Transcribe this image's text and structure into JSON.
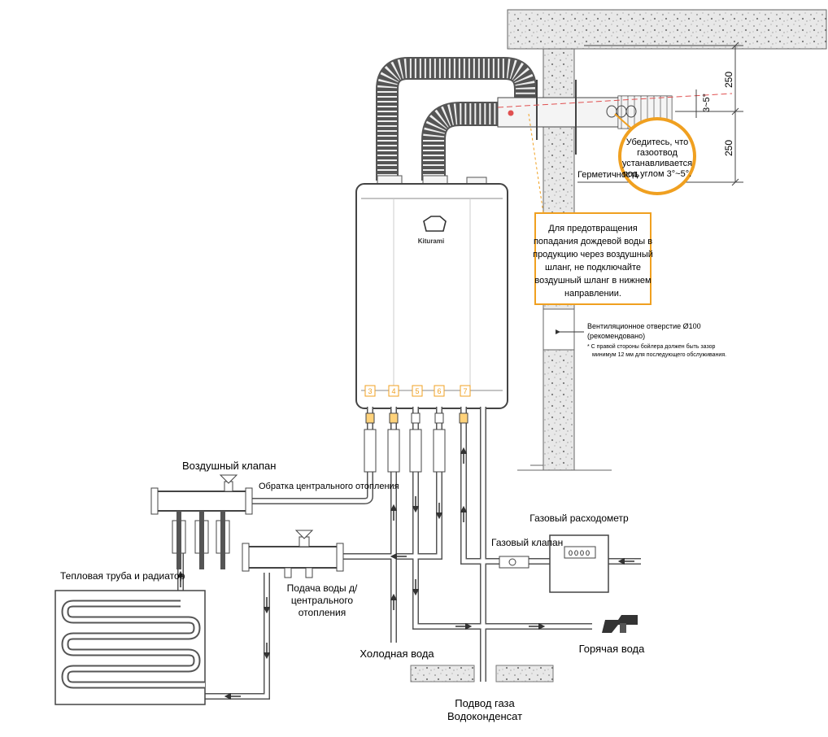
{
  "boiler": {
    "brand": "Kiturami",
    "ports": [
      "3",
      "4",
      "5",
      "6",
      "7"
    ]
  },
  "labels": {
    "air_valve": "Воздушный клапан",
    "heating_return": "Обратка центрального отопления",
    "heat_pipe_radiator": "Тепловая труба и радиатор",
    "heating_supply_line1": "Подача воды д/",
    "heating_supply_line2": "центрального",
    "heating_supply_line3": "отопления",
    "cold_water": "Холодная вода",
    "hot_water": "Горячая вода",
    "gas_supply": "Подвод газа",
    "condensate": "Водоконденсат",
    "gas_meter": "Газовый расходометр",
    "gas_valve": "Газовый клапан",
    "meter_digits": "0000",
    "seal": "Герметичность",
    "angle_marker": "3~5°"
  },
  "dimensions": {
    "upper": "250",
    "lower": "250"
  },
  "callouts": {
    "flue_tip": [
      "Убедитесь, что",
      "газоотвод",
      "устанавливается",
      "под углом 3°~5°."
    ],
    "rain_note": [
      "Для предотвращения",
      "попадания дождевой воды в",
      "продукцию через воздушный",
      "шланг, не подключайте",
      "воздушный шланг в нижнем",
      "направлении."
    ],
    "vent_note": [
      "Вентиляционное отверстие Ø100",
      "(рекомендовано)"
    ],
    "clearance_note": [
      "* С правой стороны бойлера должен быть зазор",
      "минимум 12 мм для последующего обслуживания."
    ]
  },
  "colors": {
    "line": "#333333",
    "pipe": "#555555",
    "accent_orange": "#f0a020",
    "callout_fill": "#fff4cf",
    "flue_red": "#e05050"
  }
}
